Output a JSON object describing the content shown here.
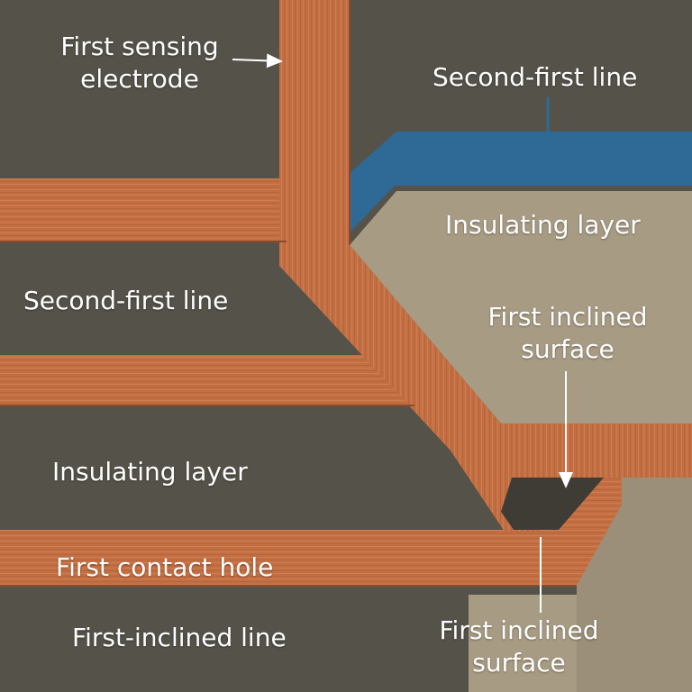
{
  "colors": {
    "background": "#55524a",
    "copper": "#c36f43",
    "copper_shadow": "#8e4a28",
    "blue_line": "#2f6a96",
    "insulating_region": "#a89b84",
    "label_text": "#ffffff"
  },
  "labels": {
    "first_sensing_electrode_1": "First sensing",
    "first_sensing_electrode_2": "electrode",
    "second_first_line_top": "Second-first line",
    "insulating_layer_right": "Insulating layer",
    "second_first_line_left": "Second-first line",
    "first_inclined_surface_upper_1": "First inclined",
    "first_inclined_surface_upper_2": "surface",
    "insulating_layer_left": "Insulating layer",
    "first_contact_hole": "First contact hole",
    "first_inclined_line": "First-inclined line",
    "first_inclined_surface_lower_1": "First inclined",
    "first_inclined_surface_lower_2": "surface"
  }
}
